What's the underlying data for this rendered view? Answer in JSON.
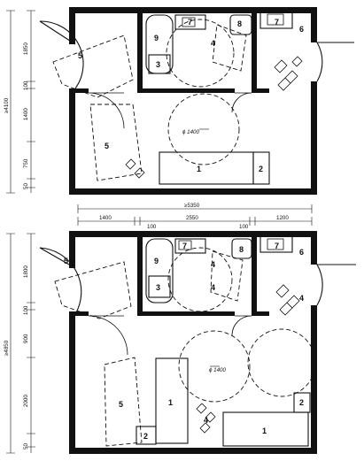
{
  "top_plan": {
    "room_labels": {
      "wheelchair_left": "5",
      "wheelchair_mid": "5",
      "bathtub": "9",
      "washing_machine": "3",
      "toilet_cistern": "7",
      "basin": "8",
      "seat_cluster": "4",
      "right_basin": "7",
      "right_door_label": "6",
      "bench": "1",
      "bench_side": "2"
    },
    "circle_label": "ϕ 1400",
    "dims_left": [
      "1850",
      "100",
      "1400",
      "750",
      "50"
    ],
    "overall_dim": "≥4100"
  },
  "bottom_plan": {
    "room_labels": {
      "wheelchair_left": "5",
      "wheelchair_mid": "5",
      "bathtub": "9",
      "washing_machine": "3",
      "toilet_cistern": "7",
      "basin": "8",
      "seat_cluster_a": "4",
      "seat_cluster_b": "4",
      "right_basin": "7",
      "right_door_label": "6",
      "right_seat": "4",
      "bench_mid": "1",
      "bench_mid_small": "2",
      "bench_right": "1",
      "bench_right_small": "2",
      "seat_cluster_c": "4"
    },
    "circle_label": "ϕ 1400",
    "dims_top": [
      "1400",
      "100",
      "2550",
      "100",
      "1200"
    ],
    "overall_top": "≥5350",
    "dims_left": [
      "1800",
      "100",
      "900",
      "2000",
      "50"
    ],
    "overall_dim": "≥4850"
  }
}
